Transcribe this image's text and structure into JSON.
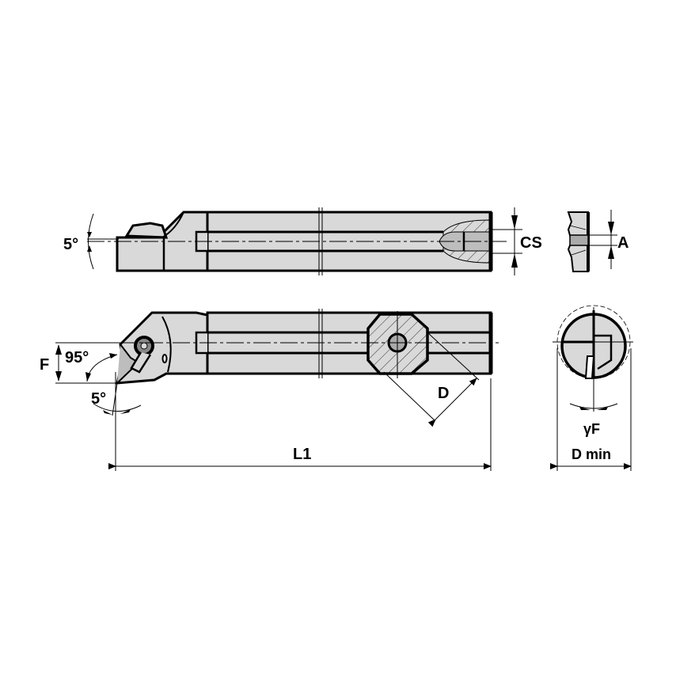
{
  "drawing": {
    "type": "boring bar technical drawing",
    "colors": {
      "body_fill": "#d9d9d9",
      "insert_fill": "#bdbdbd",
      "outline": "#000000",
      "background": "#ffffff"
    }
  },
  "labels": {
    "top_angle": "5°",
    "cs": "CS",
    "a": "A",
    "f": "F",
    "lead_angle": "95°",
    "bottom_angle": "5°",
    "d": "D",
    "l1": "L1",
    "gamma_f": "γF",
    "d_min": "D min"
  }
}
